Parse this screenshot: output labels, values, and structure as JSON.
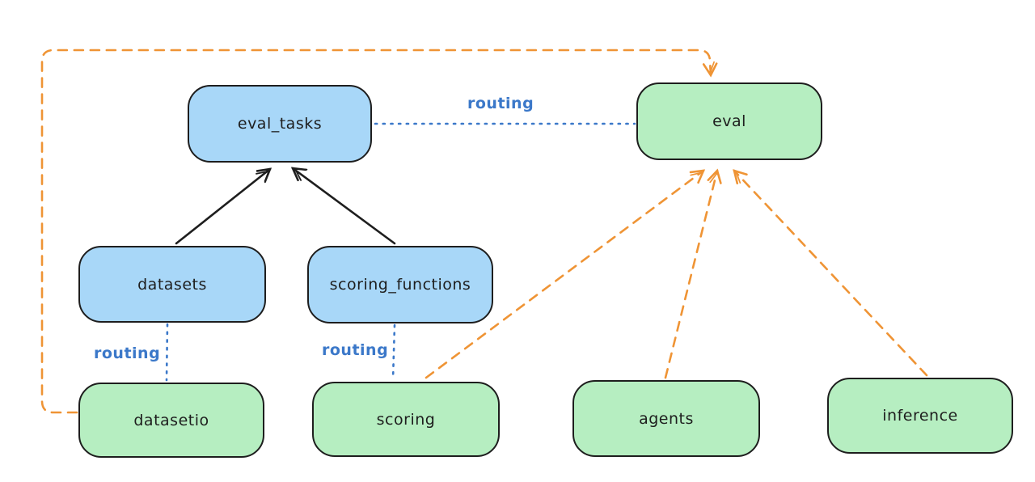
{
  "diagram": {
    "nodes": [
      {
        "id": "eval_tasks",
        "label": "eval_tasks",
        "kind": "api"
      },
      {
        "id": "datasets",
        "label": "datasets",
        "kind": "api"
      },
      {
        "id": "scoring_functions",
        "label": "scoring_functions",
        "kind": "api"
      },
      {
        "id": "eval",
        "label": "eval",
        "kind": "provider"
      },
      {
        "id": "datasetio",
        "label": "datasetio",
        "kind": "provider"
      },
      {
        "id": "scoring",
        "label": "scoring",
        "kind": "provider"
      },
      {
        "id": "agents",
        "label": "agents",
        "kind": "provider"
      },
      {
        "id": "inference",
        "label": "inference",
        "kind": "provider"
      }
    ],
    "edges": [
      {
        "from": "datasets",
        "to": "eval_tasks",
        "style": "solid-black-arrow"
      },
      {
        "from": "scoring_functions",
        "to": "eval_tasks",
        "style": "solid-black-arrow"
      },
      {
        "from": "eval_tasks",
        "to": "eval",
        "style": "dotted-blue",
        "label": "routing"
      },
      {
        "from": "datasets",
        "to": "datasetio",
        "style": "dotted-blue",
        "label": "routing"
      },
      {
        "from": "scoring_functions",
        "to": "scoring",
        "style": "dotted-blue",
        "label": "routing"
      },
      {
        "from": "datasetio",
        "to": "eval",
        "style": "dashed-orange-arrow"
      },
      {
        "from": "scoring",
        "to": "eval",
        "style": "dashed-orange-arrow"
      },
      {
        "from": "agents",
        "to": "eval",
        "style": "dashed-orange-arrow"
      },
      {
        "from": "inference",
        "to": "eval",
        "style": "dashed-orange-arrow"
      }
    ],
    "labels": {
      "routing": "routing"
    },
    "colors": {
      "api_fill": "#a8d7f8",
      "provider_fill": "#b6eec1",
      "node_stroke": "#1e1e1e",
      "black_arrow": "#1e1e1e",
      "routing_blue": "#3b78c9",
      "orange": "#ef9435",
      "background": "#ffffff"
    }
  }
}
